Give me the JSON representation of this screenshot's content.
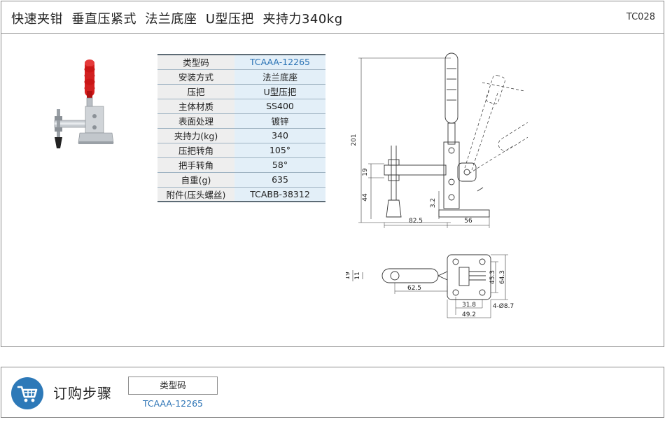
{
  "header": {
    "title": "快速夹钳  垂直压紧式  法兰底座  U型压把  夹持力340kg",
    "code": "TC028"
  },
  "spec_table": [
    {
      "key": "类型码",
      "value": "TCAAA-12265"
    },
    {
      "key": "安装方式",
      "value": "法兰底座"
    },
    {
      "key": "压把",
      "value": "U型压把"
    },
    {
      "key": "主体材质",
      "value": "SS400"
    },
    {
      "key": "表面处理",
      "value": "镀锌"
    },
    {
      "key": "夹持力(kg)",
      "value": "340"
    },
    {
      "key": "压把转角",
      "value": "105°"
    },
    {
      "key": "把手转角",
      "value": "58°"
    },
    {
      "key": "自重(g)",
      "value": "635"
    },
    {
      "key": "附件(压头螺丝)",
      "value": "TCABB-38312"
    }
  ],
  "drawing": {
    "dims": {
      "d201": "201",
      "d19a": "19",
      "d44": "44",
      "d32": "3.2",
      "d825": "82.5",
      "d56": "56",
      "d19b": "19",
      "d11": "11",
      "d625": "62.5",
      "d318": "31.8",
      "d492": "49.2",
      "d453": "45.3",
      "d643": "64.3",
      "d487": "4-Ø8.7"
    }
  },
  "order": {
    "title": "订购步骤",
    "header": "类型码",
    "value": "TCAAA-12265"
  },
  "colors": {
    "link": "#2b73b5",
    "icon_bg": "#2d79b8",
    "key_bg": "#eeeeee",
    "value_bg": "#e3eff8"
  },
  "icons": {
    "product": "toggle-clamp-photo",
    "order": "shopping-cart-icon"
  }
}
